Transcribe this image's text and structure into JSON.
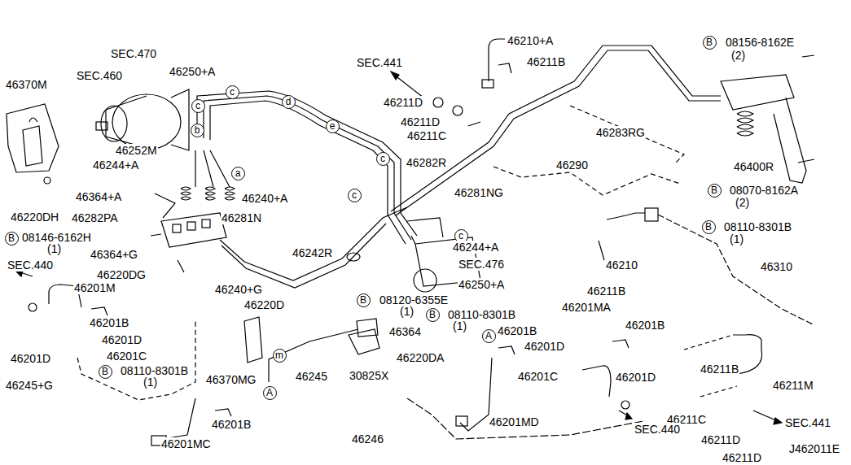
{
  "diagram": {
    "nodes": [
      {
        "text": [
          "B"
        ]
      },
      {
        "text": [
          "c"
        ]
      },
      {
        "text": [
          "d"
        ]
      },
      {
        "text": [
          "c"
        ]
      },
      {
        "text": [
          "e"
        ]
      },
      {
        "text": [
          "b"
        ]
      },
      {
        "text": [
          "c"
        ]
      },
      {
        "text": [
          "a"
        ]
      },
      {
        "text": [
          "B"
        ]
      },
      {
        "text": [
          "c"
        ]
      },
      {
        "text": [
          "B"
        ]
      },
      {
        "text": [
          "c"
        ]
      },
      {
        "text": [
          "B"
        ]
      },
      {
        "text": [
          "B"
        ]
      },
      {
        "text": [
          "B"
        ]
      },
      {
        "text": [
          "A"
        ]
      },
      {
        "text": [
          "m"
        ]
      },
      {
        "text": [
          "B"
        ]
      },
      {
        "text": [
          "A"
        ]
      }
    ],
    "labels": [
      "SEC.470",
      "46210+A",
      "08156-8162E",
      "(2)",
      "46211B",
      "SEC.441",
      "46250+A",
      "SEC.460",
      "46370M",
      "46211D",
      "46211D",
      "46211C",
      "46283RG",
      "46252M",
      "46282R",
      "46244+A",
      "46290",
      "46281NG",
      "46400R",
      "08070-8162A",
      "(2)",
      "46364+A",
      "46240+A",
      "46282PA",
      "46281N",
      "46220DH",
      "08110-8301B",
      "(1)",
      "08146-6162H",
      "(1)",
      "46244+A",
      "46242R",
      "46364+G",
      "46210",
      "46310",
      "SEC.476",
      "SEC.440",
      "46220DG",
      "46250+A",
      "46201M",
      "46240+G",
      "46211B",
      "08120-6355E",
      "(1)",
      "46201MA",
      "46220D",
      "08110-8301B",
      "(1)",
      "46201B",
      "46201B",
      "46201B",
      "46364",
      "46201D",
      "46201D",
      "46201C",
      "46220DA",
      "46201D",
      "46211B",
      "08110-8301B",
      "(1)",
      "30825X",
      "46245",
      "46201C",
      "46201D",
      "46370MG",
      "46211M",
      "46245+G",
      "46211C",
      "46201B",
      "46201MD",
      "SEC.440",
      "SEC.441",
      "46246",
      "46211D",
      "46201MC",
      "46211D",
      "J462011E"
    ]
  }
}
